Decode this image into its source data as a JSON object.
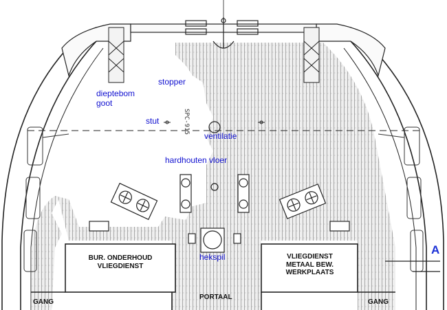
{
  "labels": {
    "dieptebom_goot": "dieptebom\ngoot",
    "stopper": "stopper",
    "stut": "stut",
    "ventilatie": "ventilatie",
    "hardhouten_vloer": "hardhouten vloer",
    "hekspil": "hekspil",
    "bur_onderhoud": "BUR. ONDERHOUD\nVLIEGDIENST",
    "vliegdienst_metaal": "VLIEGDIENST\nMETAAL BEW.\nWERKPLAATS",
    "gang_left": "GANG",
    "portaal": "PORTAAL",
    "gang_right": "GANG",
    "section_marker": "A",
    "handwritten_note": "SPC-915"
  },
  "colors": {
    "annotation": "#1010d0",
    "marker": "#1a2fd6",
    "ink": "#222222",
    "paper": "#ffffff",
    "hatch": "#d7d7d7"
  }
}
